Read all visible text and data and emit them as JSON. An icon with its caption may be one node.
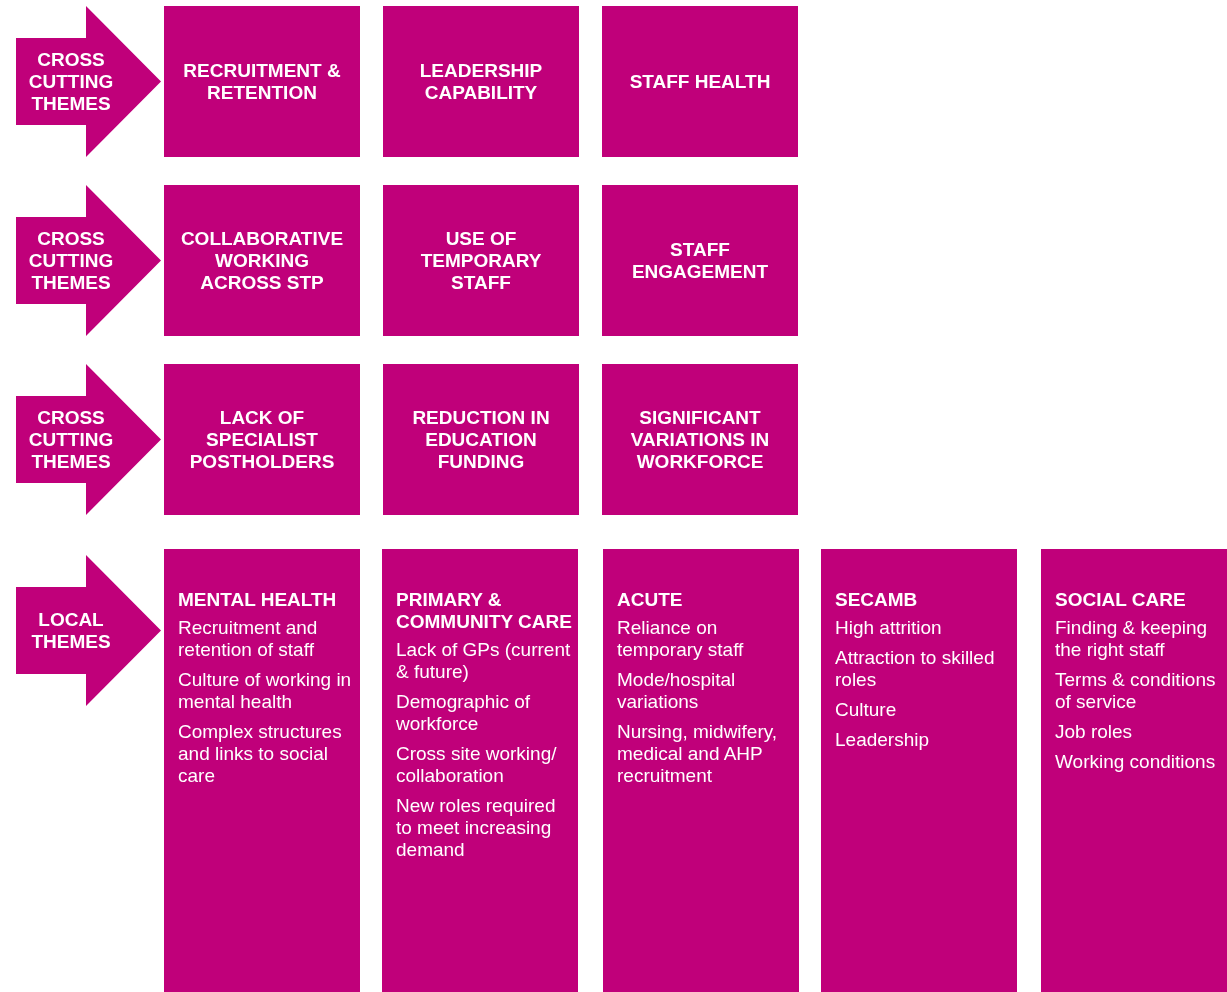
{
  "diagram": {
    "nodes": [
      {
        "text": [
          "CROSS CUTTING THEMES"
        ]
      },
      {
        "text": [
          "RECRUITMENT & RETENTION"
        ]
      },
      {
        "text": [
          "LEADERSHIP CAPABILITY"
        ]
      },
      {
        "text": [
          "STAFF HEALTH"
        ]
      },
      {
        "text": [
          "CROSS CUTTING THEMES"
        ]
      },
      {
        "text": [
          "COLLABORATIVE WORKING ACROSS STP"
        ]
      },
      {
        "text": [
          "USE OF TEMPORARY STAFF"
        ]
      },
      {
        "text": [
          "STAFF ENGAGEMENT"
        ]
      },
      {
        "text": [
          "CROSS CUTTING THEMES"
        ]
      },
      {
        "text": [
          "LACK OF SPECIALIST POSTHOLDERS"
        ]
      },
      {
        "text": [
          "REDUCTION IN EDUCATION FUNDING"
        ]
      },
      {
        "text": [
          "SIGNIFICANT VARIATIONS IN WORKFORCE"
        ]
      },
      {
        "text": [
          "LOCAL THEMES"
        ]
      },
      {
        "text": [
          "MENTAL HEALTH",
          "Recruitment and retention of staff",
          "Culture of working in mental health",
          "Complex structures and links to social care"
        ]
      },
      {
        "text": [
          "PRIMARY & COMMUNITY CARE",
          "Lack of GPs (current & future)",
          "Demographic of workforce",
          "Cross site working/ collaboration",
          "New roles required to meet increasing demand"
        ]
      },
      {
        "text": [
          "ACUTE",
          "Reliance on temporary staff",
          "Mode/hospital variations",
          "Nursing, midwifery, medical and AHP recruitment"
        ]
      },
      {
        "text": [
          "SECAMB",
          "High attrition",
          "Attraction to skilled roles",
          "Culture",
          "Leadership"
        ]
      },
      {
        "text": [
          "SOCIAL CARE",
          "Finding & keeping the right staff",
          "Terms & conditions of service",
          "Job roles",
          "Working conditions"
        ]
      }
    ]
  }
}
